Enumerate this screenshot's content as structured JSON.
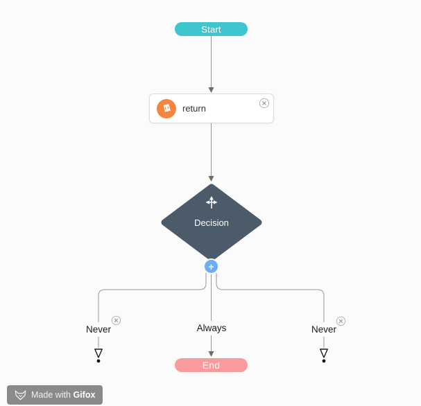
{
  "colors": {
    "canvas_bg": "#fbfbfb",
    "start_node": "#3ec6cf",
    "end_node": "#f89b9f",
    "decision_node": "#4c5b69",
    "add_branch_button": "#6aaef8",
    "script_icon_bg": "#f5843e",
    "connector_line": "#969696",
    "watermark_bg": "#8a8a8a"
  },
  "nodes": {
    "start": {
      "label": "Start"
    },
    "script": {
      "label": "return",
      "icon": "script-scroll-icon",
      "close_icon": "close-icon"
    },
    "decision": {
      "label": "Decision",
      "icon": "split-arrows-icon"
    },
    "add_branch": {
      "icon": "plus-icon",
      "glyph": "+"
    },
    "end": {
      "label": "End"
    }
  },
  "branches": {
    "left": {
      "label": "Never",
      "close_icon": "close-icon"
    },
    "center": {
      "label": "Always"
    },
    "right": {
      "label": "Never",
      "close_icon": "close-icon"
    }
  },
  "watermark": {
    "prefix": "Made with",
    "brand": "Gifox",
    "icon": "fox-icon"
  }
}
